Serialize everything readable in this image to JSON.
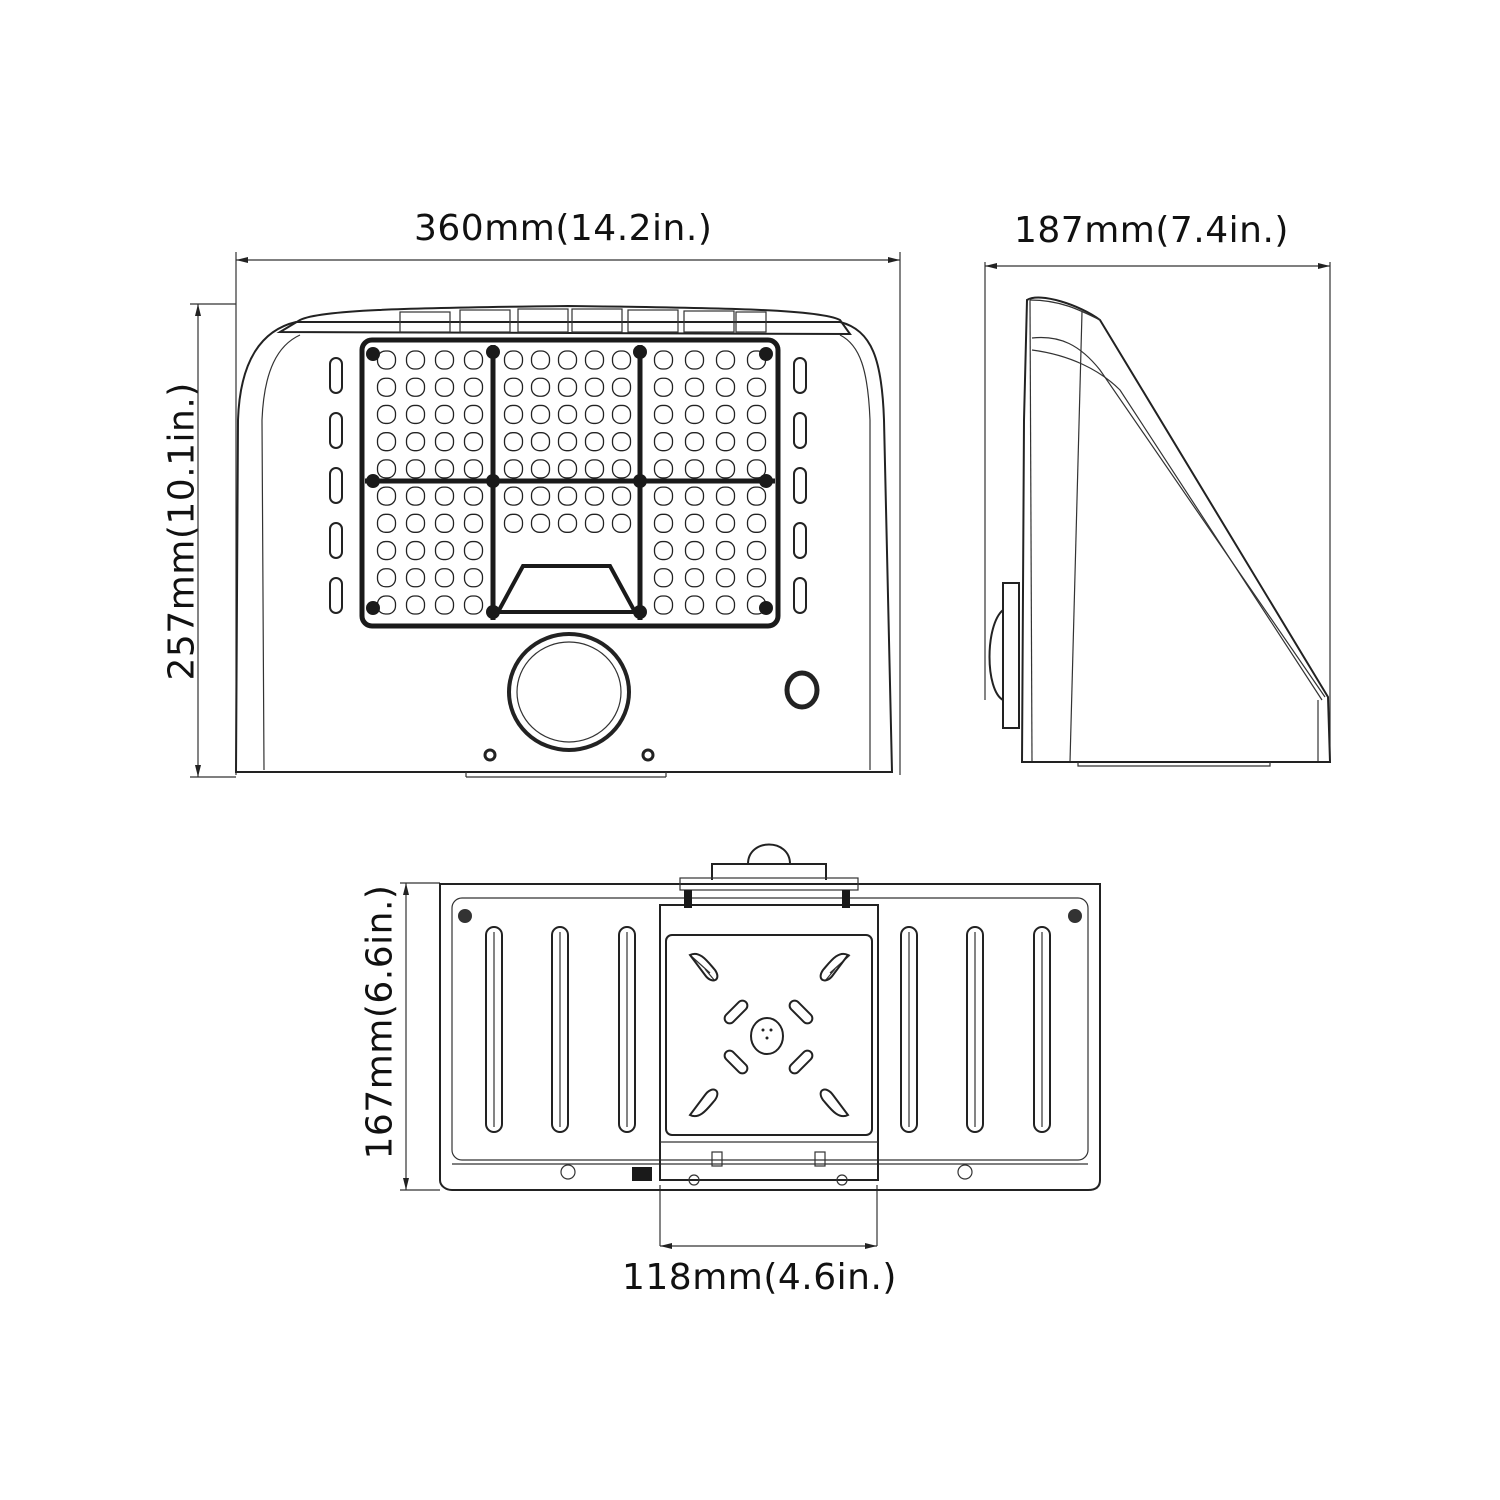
{
  "dimensions": {
    "front_width": "360mm(14.2in.)",
    "front_height": "257mm(10.1in.)",
    "side_depth": "187mm(7.4in.)",
    "bottom_depth": "167mm(6.6in.)",
    "bracket_width": "118mm(4.6in.)"
  },
  "views": {
    "front": {
      "name": "front-view",
      "led_panels": 3,
      "led_columns_per_panel": [
        4,
        5,
        4
      ],
      "led_rows": 10,
      "vent_slots_per_side": 5
    },
    "side": {
      "name": "side-view"
    },
    "bottom": {
      "name": "bottom-view",
      "vent_slots_per_side": 3
    }
  },
  "colors": {
    "line": "#222222",
    "background": "#ffffff",
    "text": "#111111"
  }
}
